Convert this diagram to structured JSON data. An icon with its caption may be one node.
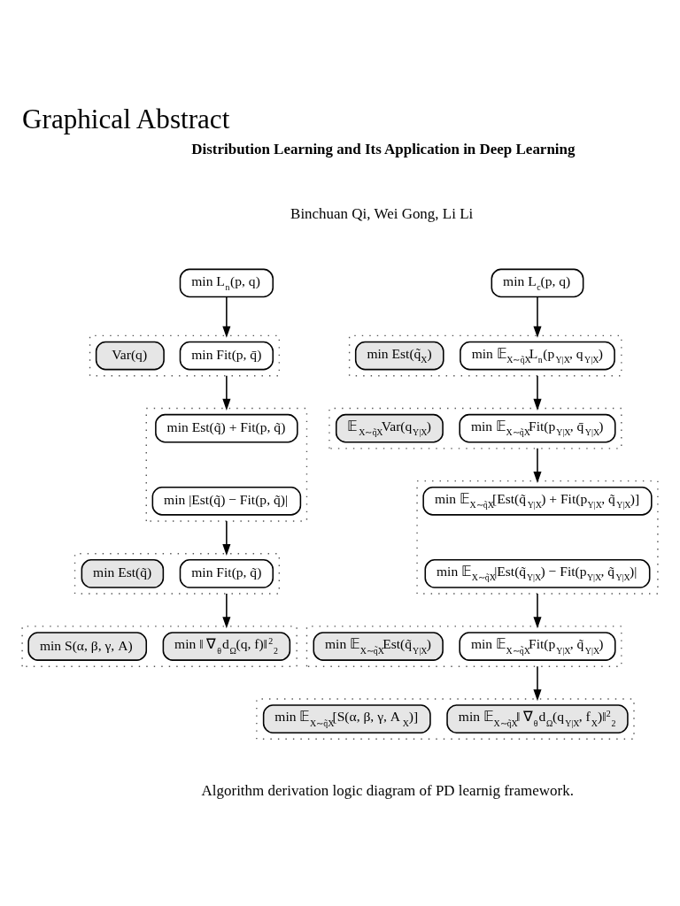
{
  "diagram": {
    "title": "Graphical Abstract",
    "caption": "Algorithm derivation logic diagram of PD learnig framework.",
    "nodes": [
      {
        "text": [
          "min L$_{n}$(p, q)"
        ]
      },
      {
        "text": [],
        "shape": "box"
      },
      {
        "text": [
          "Var(q)"
        ],
        "in": 1
      },
      {
        "text": [
          "min Fit(p, q̄)"
        ],
        "in": 1
      },
      {
        "text": [],
        "shape": "box"
      },
      {
        "text": [
          "min Est(q̃) + Fit(p, q̃)"
        ],
        "in": 4
      },
      {
        "text": [
          "min |Est(q̃) − Fit(p, q̃)|"
        ],
        "in": 4
      },
      {
        "text": [],
        "shape": "box"
      },
      {
        "text": [
          "min Est(q̃)"
        ],
        "in": 7
      },
      {
        "text": [
          "min Fit(p, q̃)"
        ],
        "in": 7
      },
      {
        "text": [],
        "shape": "box"
      },
      {
        "text": [
          "min S(α, β, γ, A)"
        ],
        "in": 10
      },
      {
        "text": [
          "min ‖ ∇$_{θ}$d$_{Ω}$(q, f)‖$^{2}$$_{2}$"
        ],
        "in": 10
      },
      {
        "text": [
          "min L$_{c}$(p, q)"
        ]
      },
      {
        "text": [],
        "shape": "box"
      },
      {
        "text": [
          "min Est(q̃$_{X}$)"
        ],
        "in": 14
      },
      {
        "text": [
          "min 𝔼$_{X∼q̃X}$L$_{n}$(p$_{Y|X}$, q$_{Y|X}$)"
        ],
        "in": 14
      },
      {
        "text": [],
        "shape": "box"
      },
      {
        "text": [
          "𝔼$_{X∼q̃X}$Var(q$_{Y|X}$)"
        ],
        "in": 17
      },
      {
        "text": [
          "min 𝔼$_{X∼q̃X}$Fit(p$_{Y|X}$, q̄$_{Y|X}$)"
        ],
        "in": 17
      },
      {
        "text": [],
        "shape": "box"
      },
      {
        "text": [
          "min 𝔼$_{X∼q̃X}$[Est(q̃$_{Y|X}$) + Fit(p$_{Y|X}$, q̃$_{Y|X}$)]"
        ],
        "in": 20
      },
      {
        "text": [
          "min 𝔼$_{X∼q̃X}$|Est(q̃$_{Y|X}$) − Fit(p$_{Y|X}$, q̃$_{Y|X}$)|"
        ],
        "in": 20
      },
      {
        "text": [],
        "shape": "box"
      },
      {
        "text": [
          "min 𝔼$_{X∼q̃X}$Est(q̃$_{Y|X}$)"
        ],
        "in": 23
      },
      {
        "text": [
          "min 𝔼$_{X∼q̃X}$Fit(p$_{Y|X}$, q̃$_{Y|X}$)"
        ],
        "in": 23
      },
      {
        "text": [],
        "shape": "box"
      },
      {
        "text": [
          "min 𝔼$_{X∼q̃X}$[S(α, β, γ, A$_{X}$)]"
        ],
        "in": 26
      },
      {
        "text": [
          "min 𝔼$_{X∼q̃X}$‖ ∇$_{θ}$d$_{Ω}$(q$_{Y|X}$, f$_{X}$)‖$^{2}$$_{2}$"
        ],
        "in": 26
      }
    ],
    "edges": [
      {
        "from": 0,
        "to": 1,
        "arrow": "to"
      },
      {
        "from": 1,
        "to": 4,
        "arrow": "to"
      },
      {
        "from": 4,
        "to": 7,
        "arrow": "to"
      },
      {
        "from": 7,
        "to": 10,
        "arrow": "to"
      },
      {
        "from": 13,
        "to": 14,
        "arrow": "to"
      },
      {
        "from": 14,
        "to": 17,
        "arrow": "to"
      },
      {
        "from": 17,
        "to": 20,
        "arrow": "to"
      },
      {
        "from": 20,
        "to": 23,
        "arrow": "to"
      },
      {
        "from": 23,
        "to": 26,
        "arrow": "to"
      }
    ],
    "labels": [
      "Distribution Learning and Its Application in Deep Learning",
      "Binchuan Qi, Wei Gong, Li Li"
    ]
  }
}
